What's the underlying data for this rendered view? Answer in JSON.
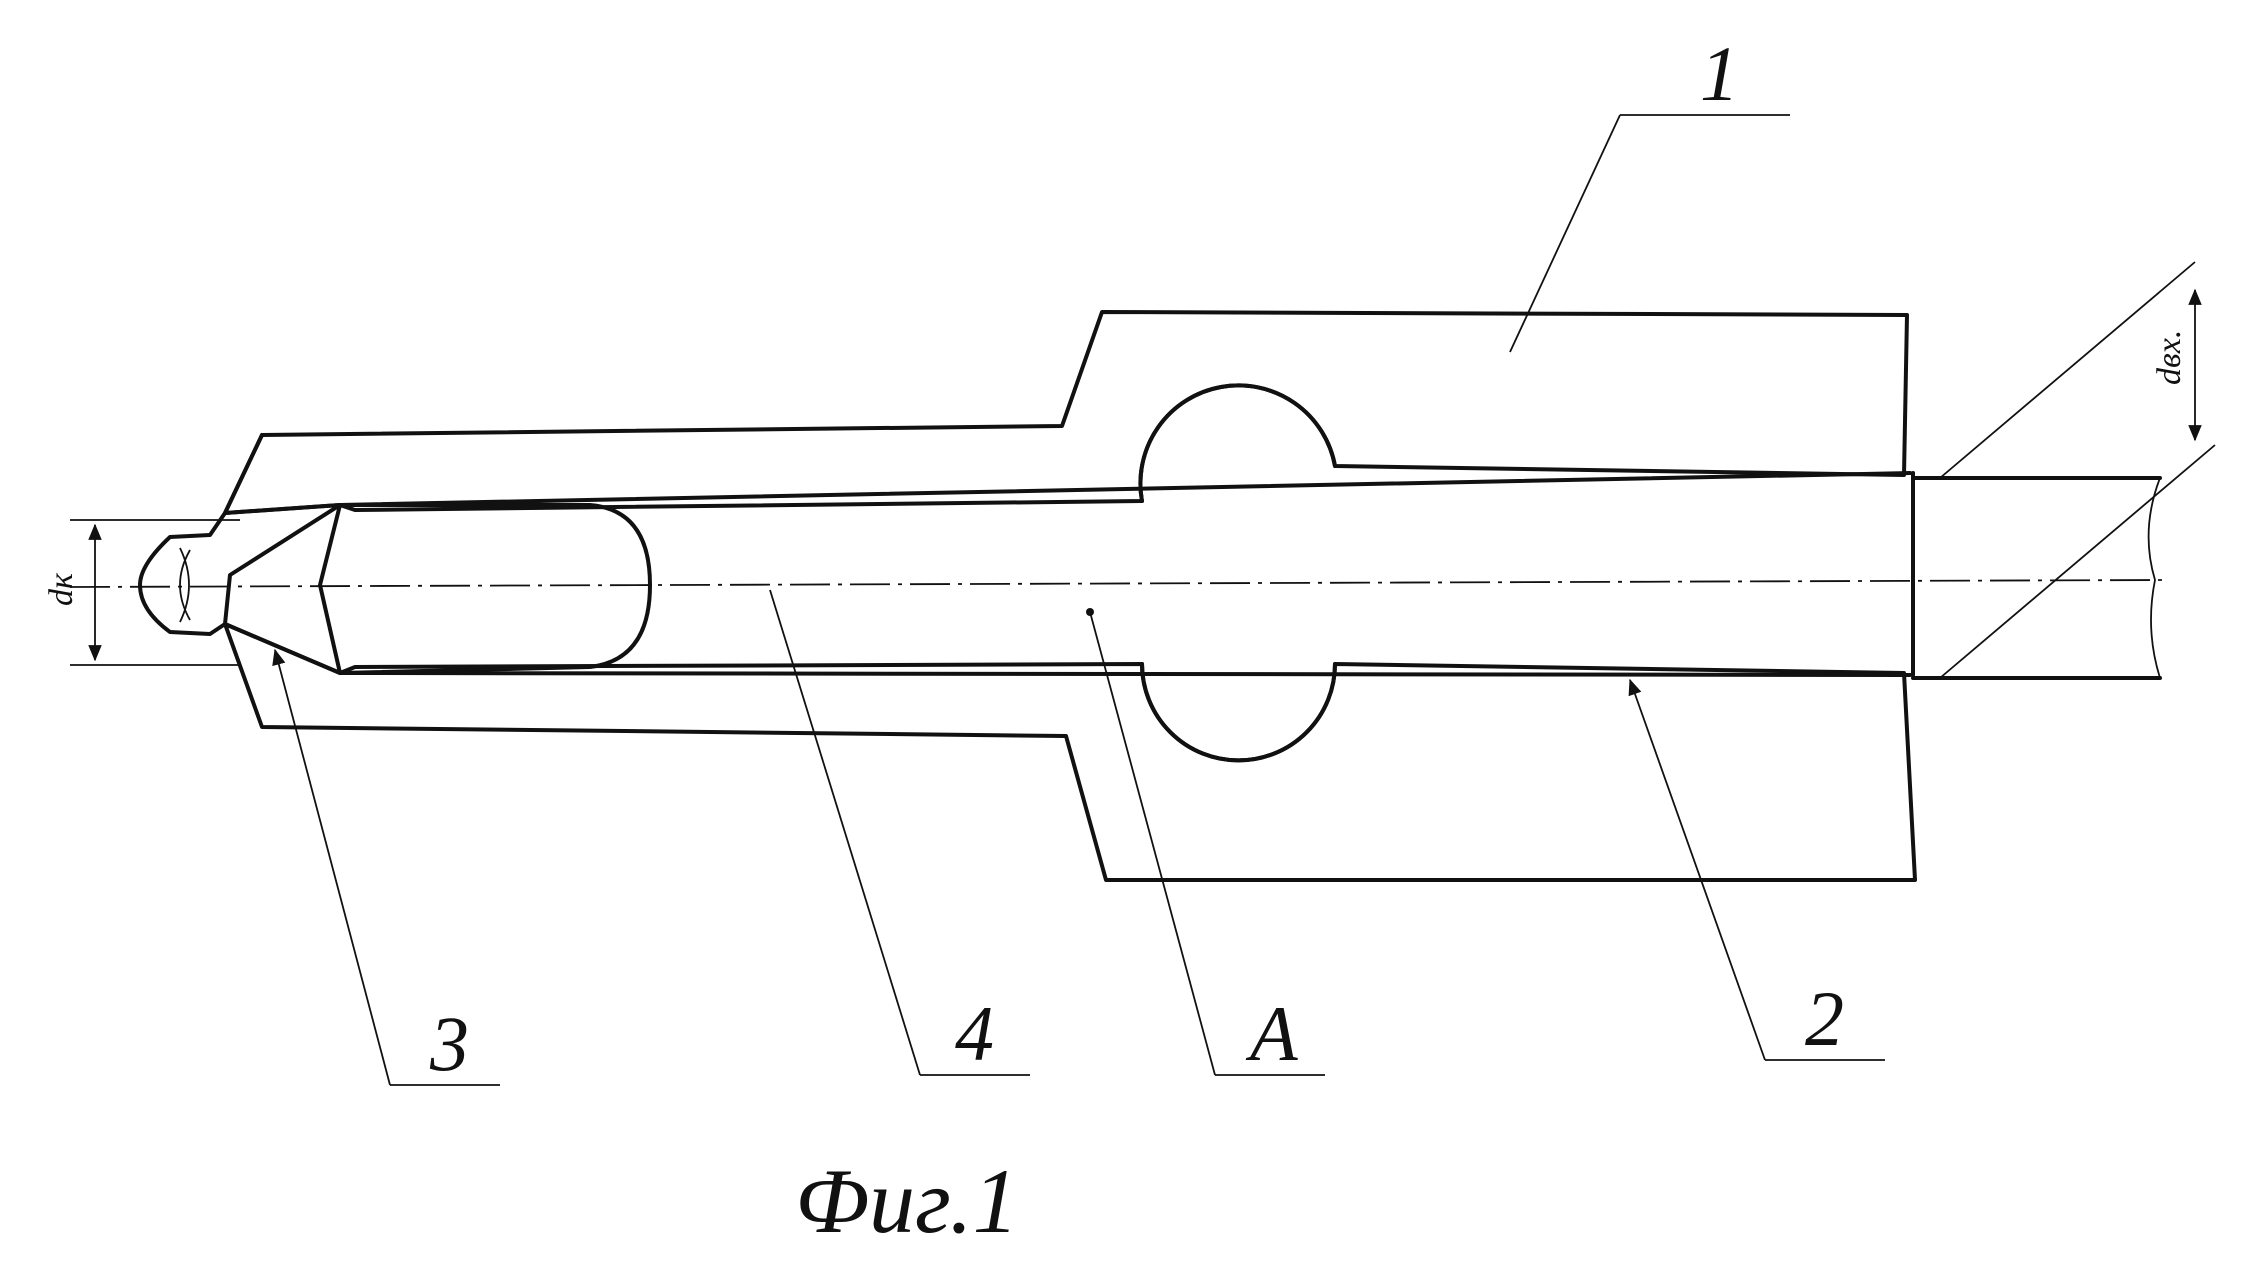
{
  "labels": {
    "part_1": "1",
    "part_2": "2",
    "part_3": "3",
    "part_4": "4",
    "zone_a": "A",
    "dim_outlet": "dк",
    "dim_inlet": "dвх.",
    "caption": "Фиг.1"
  }
}
